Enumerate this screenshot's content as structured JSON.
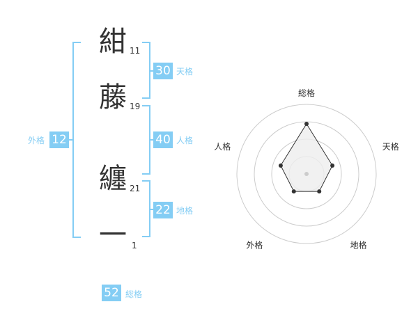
{
  "name": {
    "chars": [
      {
        "char": "紺",
        "strokes": "11"
      },
      {
        "char": "藤",
        "strokes": "19"
      },
      {
        "char": "纏",
        "strokes": "21"
      },
      {
        "char": "一",
        "strokes": "1"
      }
    ]
  },
  "kakusu": {
    "tenkaku": {
      "value": "30",
      "label": "天格"
    },
    "jinkaku": {
      "value": "40",
      "label": "人格"
    },
    "chikaku": {
      "value": "22",
      "label": "地格"
    },
    "gaikaku": {
      "value": "12",
      "label": "外格"
    },
    "soukaku": {
      "value": "52",
      "label": "総格"
    }
  },
  "colors": {
    "accent": "#84cdf4",
    "text": "#333333",
    "grid": "#cccccc"
  },
  "chart_data": {
    "type": "radar",
    "axes": [
      "総格",
      "天格",
      "地格",
      "外格",
      "人格"
    ],
    "values": [
      0.72,
      0.39,
      0.31,
      0.31,
      0.39
    ],
    "rings": 4
  }
}
